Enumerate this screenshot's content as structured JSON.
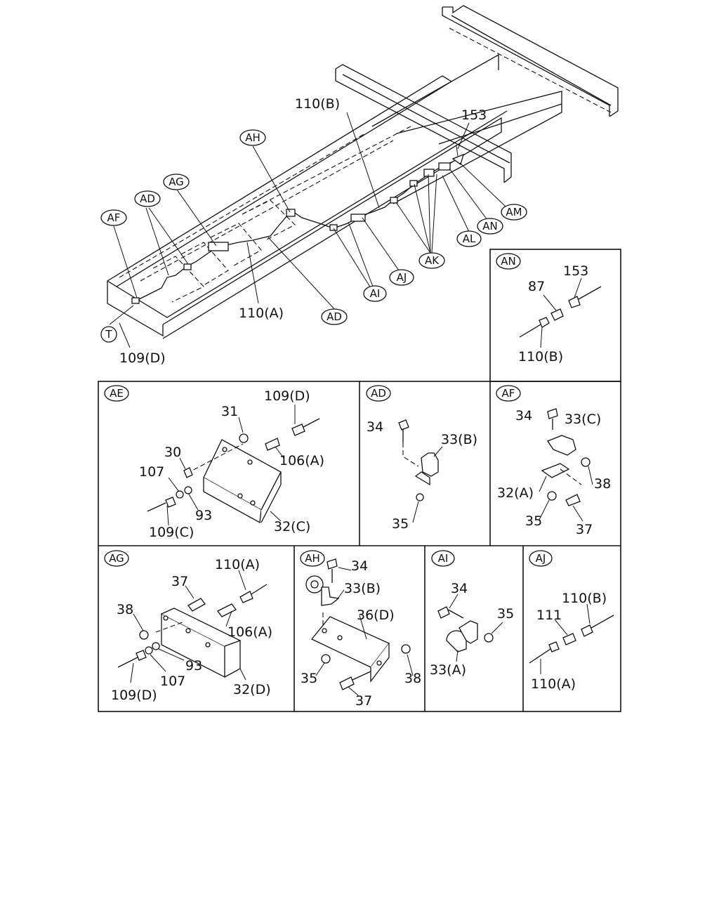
{
  "main_view": {
    "callouts": {
      "ah": "AH",
      "ag": "AG",
      "ad": "AD",
      "af": "AF",
      "t": "T",
      "ad2": "AD",
      "ai": "AI",
      "aj": "AJ",
      "ak": "AK",
      "al": "AL",
      "an": "AN",
      "am": "AM"
    },
    "labels": {
      "p110b": "110(B)",
      "p153": "153",
      "p110a": "110(A)",
      "p109d": "109(D)"
    }
  },
  "panels": {
    "an": {
      "tag": "AN",
      "labels": {
        "p153": "153",
        "p87": "87",
        "p110b": "110(B)"
      }
    },
    "ae": {
      "tag": "AE",
      "labels": {
        "p31": "31",
        "p109d": "109(D)",
        "p30": "30",
        "p106a": "106(A)",
        "p107": "107",
        "p93": "93",
        "p109c": "109(C)",
        "p32c": "32(C)"
      }
    },
    "ad": {
      "tag": "AD",
      "labels": {
        "p34": "34",
        "p33b": "33(B)",
        "p35": "35"
      }
    },
    "af": {
      "tag": "AF",
      "labels": {
        "p34": "34",
        "p33c": "33(C)",
        "p38": "38",
        "p32a": "32(A)",
        "p35": "35",
        "p37": "37"
      }
    },
    "ag": {
      "tag": "AG",
      "labels": {
        "p110a": "110(A)",
        "p37": "37",
        "p38": "38",
        "p106a": "106(A)",
        "p93": "93",
        "p107": "107",
        "p109d": "109(D)",
        "p32d": "32(D)"
      }
    },
    "ah": {
      "tag": "AH",
      "labels": {
        "p34": "34",
        "p33b": "33(B)",
        "p36d": "36(D)",
        "p35": "35",
        "p38": "38",
        "p37": "37"
      }
    },
    "ai": {
      "tag": "AI",
      "labels": {
        "p34": "34",
        "p35": "35",
        "p33a": "33(A)"
      }
    },
    "aj": {
      "tag": "AJ",
      "labels": {
        "p110b": "110(B)",
        "p111": "111",
        "p110a": "110(A)"
      }
    }
  }
}
